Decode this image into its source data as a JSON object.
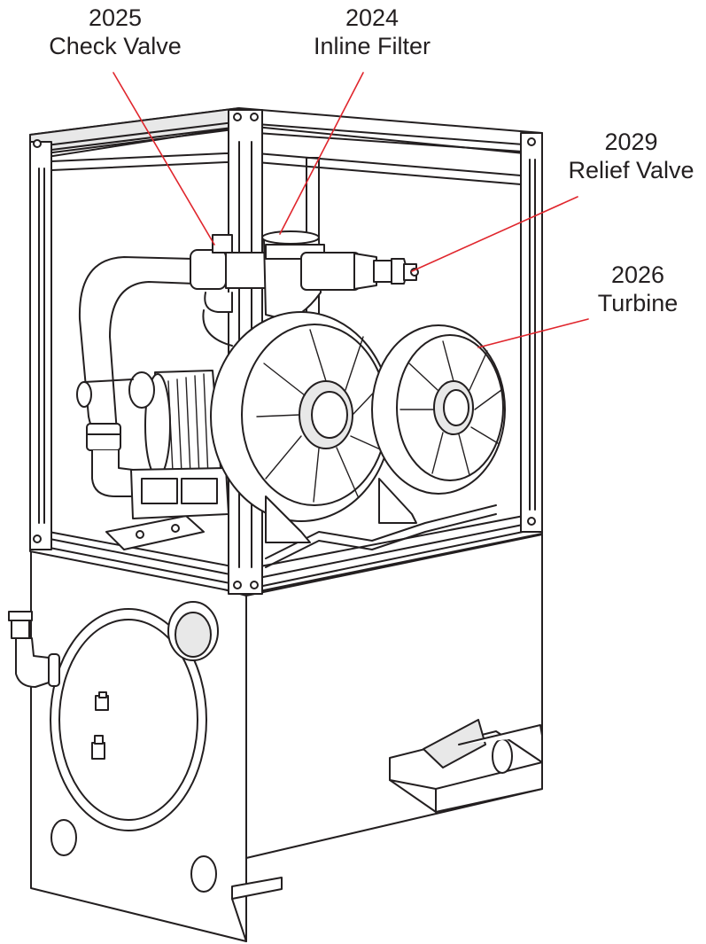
{
  "callouts": [
    {
      "id": "check-valve",
      "number": "2025",
      "name": "Check Valve"
    },
    {
      "id": "inline-filter",
      "number": "2024",
      "name": "Inline Filter"
    },
    {
      "id": "relief-valve",
      "number": "2029",
      "name": "Relief Valve"
    },
    {
      "id": "turbine",
      "number": "2026",
      "name": "Turbine"
    }
  ],
  "colors": {
    "line": "#231f20",
    "leader": "#e0262d",
    "fill": "#ffffff",
    "shade": "#e8e8e8"
  }
}
